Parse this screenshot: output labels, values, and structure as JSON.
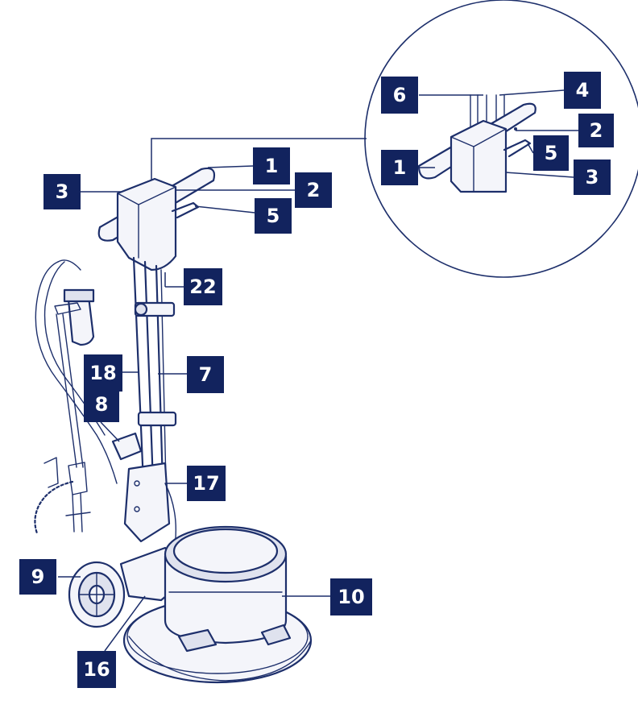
{
  "labels": {
    "main_1": "1",
    "main_2": "2",
    "main_3": "3",
    "main_5": "5",
    "main_22": "22",
    "main_18": "18",
    "main_7": "7",
    "main_8": "8",
    "main_17": "17",
    "main_9": "9",
    "main_10": "10",
    "main_16": "16",
    "detail_6": "6",
    "detail_4": "4",
    "detail_2": "2",
    "detail_5": "5",
    "detail_1": "1",
    "detail_3": "3"
  },
  "colors": {
    "label_fill": "#12235e",
    "label_text": "#ffffff",
    "line_ink": "#1d2f6b"
  }
}
